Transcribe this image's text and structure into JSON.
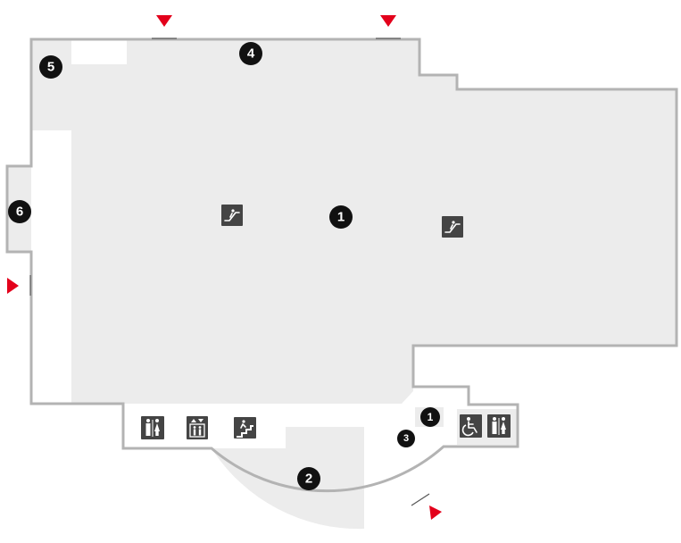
{
  "map": {
    "areas": [
      {
        "id": "area-1",
        "label": "1"
      },
      {
        "id": "area-1-small",
        "label": "1"
      },
      {
        "id": "area-2",
        "label": "2"
      },
      {
        "id": "area-3",
        "label": "3"
      },
      {
        "id": "area-4",
        "label": "4"
      },
      {
        "id": "area-5",
        "label": "5"
      },
      {
        "id": "area-6",
        "label": "6"
      }
    ],
    "facility_icons": [
      "escalator-icon",
      "escalator-icon",
      "restroom-icon",
      "elevator-icon",
      "stairs-icon",
      "wheelchair-icon",
      "restroom-icon"
    ],
    "entrance_count": 4,
    "colors": {
      "floor": "#ececec",
      "wall": "#b3b3b3",
      "marker": "#111111",
      "entrance": "#e3001b",
      "icon": "#444444"
    }
  }
}
